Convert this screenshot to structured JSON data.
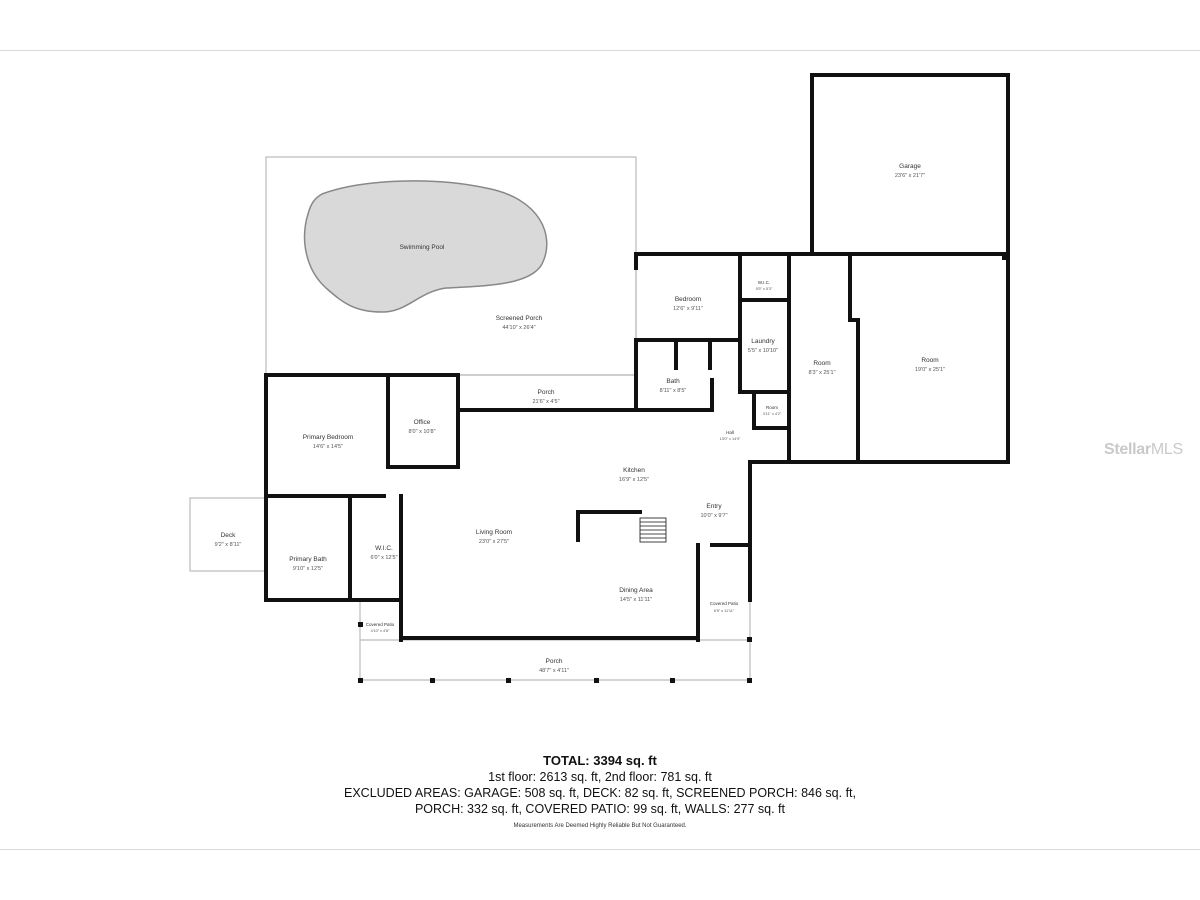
{
  "rooms": {
    "garage": {
      "name": "Garage",
      "dim": "23'6\" x 21'7\""
    },
    "swimming_pool": {
      "name": "Swimming Pool"
    },
    "screened_porch": {
      "name": "Screened Porch",
      "dim": "44'10\" x 26'4\""
    },
    "bedroom": {
      "name": "Bedroom",
      "dim": "12'6\" x 9'11\""
    },
    "wic_small": {
      "name": "W.I.C.",
      "dim": "5'5\" x 5'3\""
    },
    "laundry": {
      "name": "Laundry",
      "dim": "5'5\" x 10'10\""
    },
    "room_mid": {
      "name": "Room",
      "dim": "8'3\" x 25'1\""
    },
    "room_right": {
      "name": "Room",
      "dim": "19'0\" x 25'1\""
    },
    "bath": {
      "name": "Bath",
      "dim": "8'11\" x 8'5\""
    },
    "porch_top": {
      "name": "Porch",
      "dim": "21'6\" x 4'5\""
    },
    "room_small": {
      "name": "Room",
      "dim": "3'11\" x 4'2\""
    },
    "hall": {
      "name": "Hall",
      "dim": "13'0\" x 14'9\""
    },
    "primary_bedroom": {
      "name": "Primary Bedroom",
      "dim": "14'6\" x 14'5\""
    },
    "office": {
      "name": "Office",
      "dim": "8'0\" x 10'8\""
    },
    "kitchen": {
      "name": "Kitchen",
      "dim": "16'9\" x 12'5\""
    },
    "entry": {
      "name": "Entry",
      "dim": "10'0\" x 9'7\""
    },
    "deck": {
      "name": "Deck",
      "dim": "9'2\" x 8'11\""
    },
    "primary_bath": {
      "name": "Primary Bath",
      "dim": "9'10\" x 12'5\""
    },
    "wic_primary": {
      "name": "W.I.C.",
      "dim": "6'0\" x 12'5\""
    },
    "living_room": {
      "name": "Living Room",
      "dim": "23'0\" x 27'5\""
    },
    "dining_area": {
      "name": "Dining Area",
      "dim": "14'5\" x 11'11\""
    },
    "covered_patio_right": {
      "name": "Covered Patio",
      "dim": "6'5\" x 11'11\""
    },
    "covered_patio_left": {
      "name": "Covered Patio",
      "dim": "4'10\" x 4'8\""
    },
    "porch_bottom": {
      "name": "Porch",
      "dim": "48'7\" x 4'11\""
    }
  },
  "summary": {
    "total": "TOTAL: 3394 sq. ft",
    "floors": "1st floor: 2613 sq. ft, 2nd floor: 781 sq. ft",
    "excluded_1": "EXCLUDED AREAS: GARAGE: 508 sq. ft, DECK: 82 sq. ft, SCREENED PORCH: 846 sq. ft,",
    "excluded_2": "PORCH: 332 sq. ft, COVERED PATIO: 99 sq. ft, WALLS: 277 sq. ft",
    "disclaimer": "Measurements Are Deemed Highly Reliable But Not Guaranteed."
  },
  "watermark": {
    "bold": "Stellar",
    "regular": "MLS"
  },
  "colors": {
    "wall": "#111111",
    "pool_fill": "#d9d9d9",
    "pool_stroke": "#888888",
    "thin_line": "#bbbbbb",
    "watermark": "#c9c9c9"
  }
}
